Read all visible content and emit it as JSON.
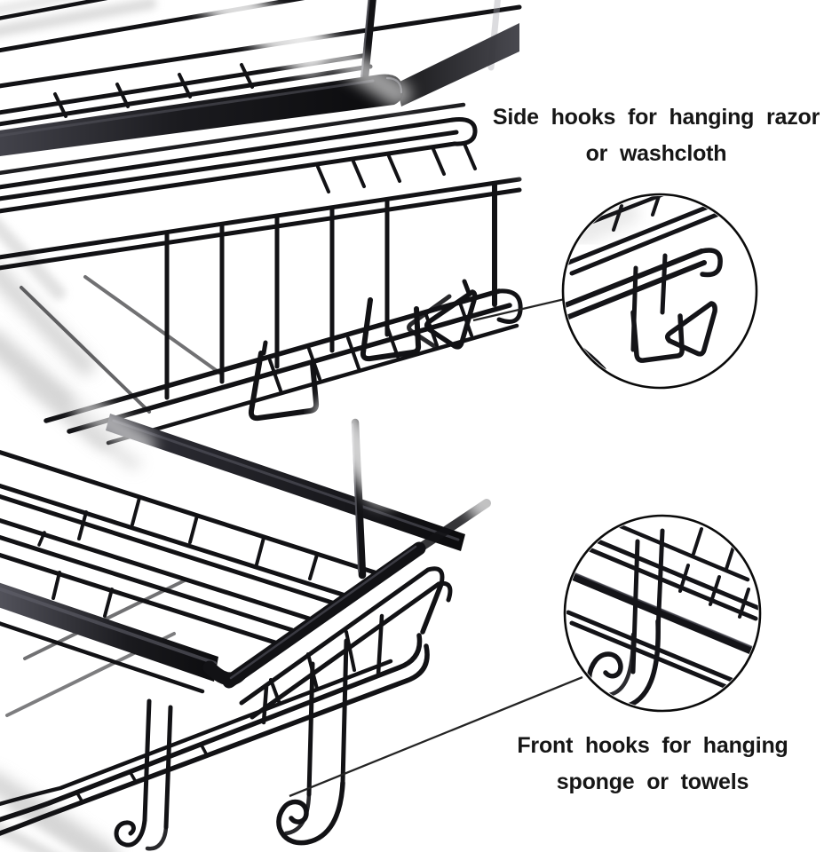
{
  "page": {
    "background": "#ffffff"
  },
  "captions": {
    "side_hooks": {
      "line1": "Side hooks for hanging razor",
      "line2": "or washcloth"
    },
    "front_hooks": {
      "line1": "Front hooks for hanging",
      "line2": "sponge or towels"
    }
  },
  "colors": {
    "wire_black": "#121215",
    "caption_text": "#161616",
    "callout_circle_stroke": "#0b0b0b",
    "leader_line": "#242424",
    "metal_sheen": "#55555b",
    "soft_shadow": "#cccccc"
  }
}
